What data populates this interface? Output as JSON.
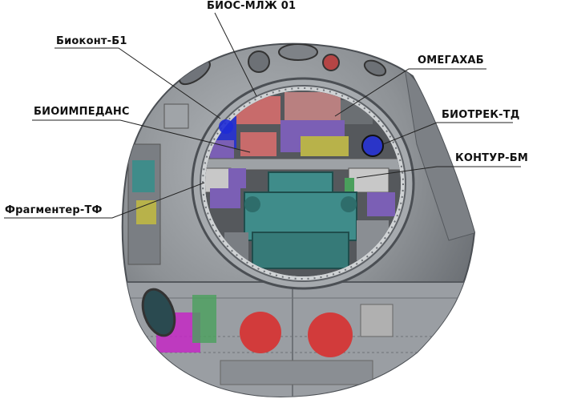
{
  "labels": {
    "bios": "БИОС-МЛЖ 01",
    "biokont": "Биоконт-Б1",
    "omegahab": "ОМЕГАХАБ",
    "bioimpedans": "БИОИМПЕДАНС",
    "biotrek": "БИОТРЕК-ТД",
    "kontur": "КОНТУР-БМ",
    "fragmenter": "Фрагментер-ТФ"
  },
  "colors": {
    "shell": "#8e9296",
    "shell_dark": "#5d6166",
    "teal": "#3f8c8a",
    "purple": "#7b5fb5",
    "magenta": "#c428c4",
    "olive": "#b8b24a",
    "red": "#d23b3b",
    "blue": "#2a35c8",
    "green": "#4aa05c"
  }
}
